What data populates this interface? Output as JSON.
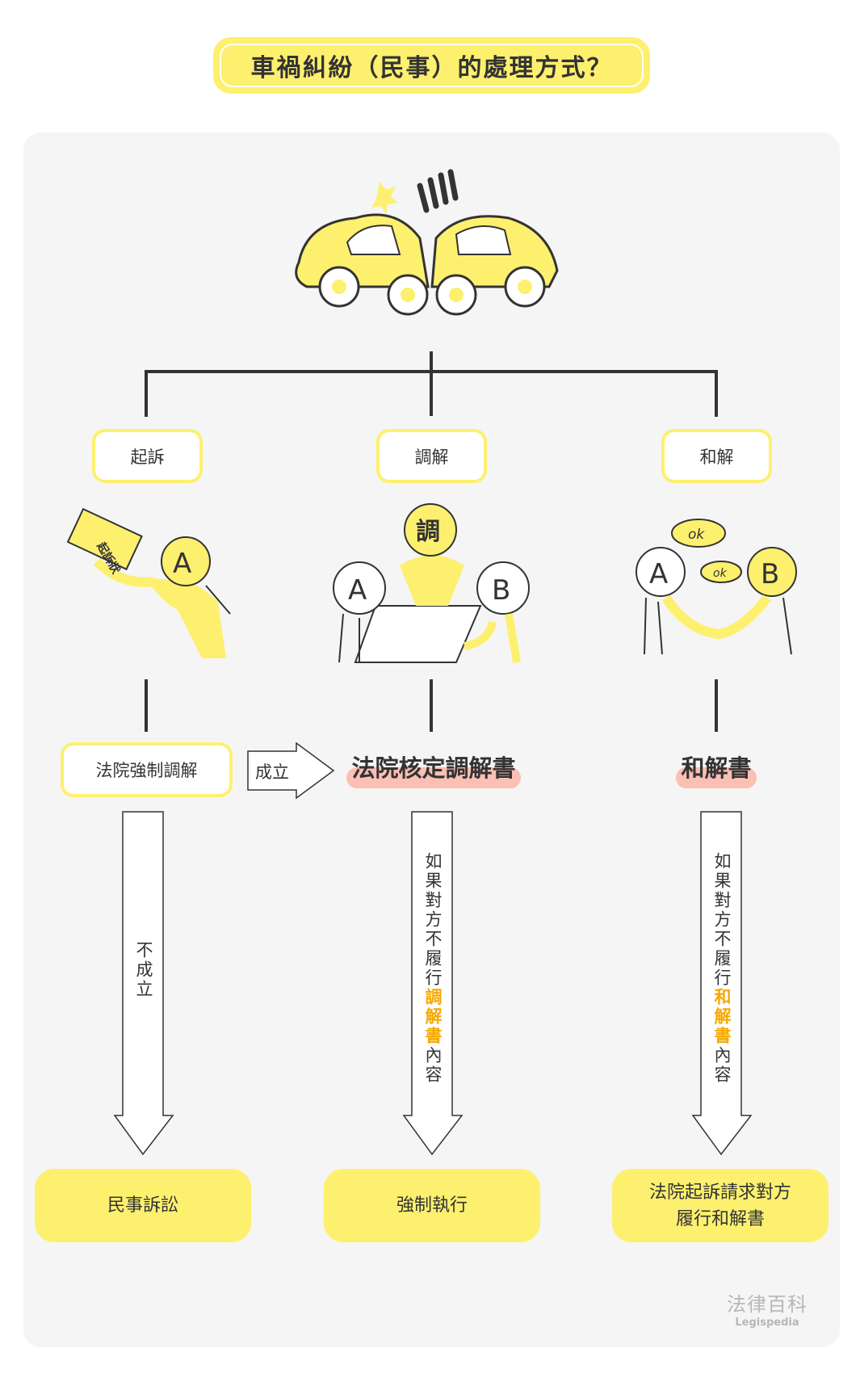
{
  "title": "車禍糾紛（民事）的處理方式？",
  "branches": [
    {
      "label": "起訴",
      "doc_label": "起訴狀",
      "person": "A",
      "step": "法院強制調解",
      "arrow_text": "不成立",
      "result": "民事訴訟"
    },
    {
      "label": "調解",
      "mediator": "調",
      "persons": [
        "A",
        "B"
      ],
      "document": "法院核定調解書",
      "arrow_text_pre": "如果對方不履行",
      "arrow_text_highlight": "調解書",
      "arrow_text_post": "內容",
      "result": "強制執行"
    },
    {
      "label": "和解",
      "persons": [
        "A",
        "B"
      ],
      "bubbles": [
        "ok",
        "ok"
      ],
      "document": "和解書",
      "arrow_text_pre": "如果對方不履行",
      "arrow_text_highlight": "和解書",
      "arrow_text_post": "內容",
      "result_line1": "法院起訴請求對方",
      "result_line2": "履行和解書"
    }
  ],
  "established_label": "成立",
  "watermark": {
    "cn": "法律百科",
    "en": "Legispedia"
  },
  "colors": {
    "yellow": "#fdf06f",
    "pink": "#fbbfb3",
    "orange": "#f5a800",
    "panel": "#f5f5f5"
  }
}
